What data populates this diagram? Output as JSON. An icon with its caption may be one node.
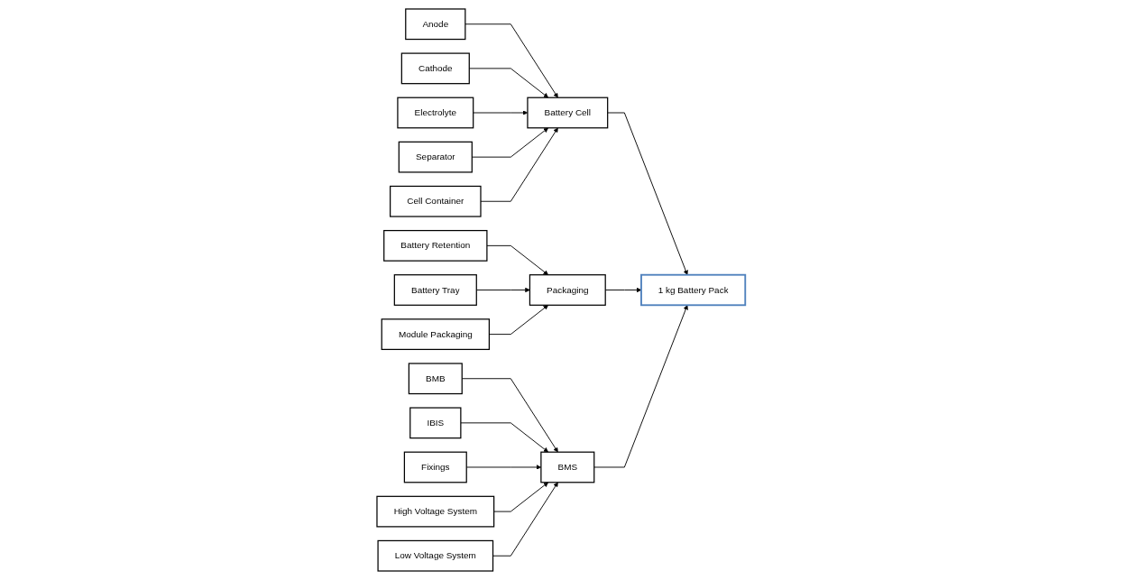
{
  "diagram": {
    "nodes": [
      {
        "text": [
          "Anode"
        ]
      },
      {
        "text": [
          "Cathode"
        ]
      },
      {
        "text": [
          "Electrolyte"
        ]
      },
      {
        "text": [
          "Separator"
        ]
      },
      {
        "text": [
          "Cell Container"
        ]
      },
      {
        "text": [
          "Battery Cell"
        ]
      },
      {
        "text": [
          "1 kg Battery Pack"
        ]
      },
      {
        "text": [
          "Battery Retention"
        ]
      },
      {
        "text": [
          "Packaging"
        ]
      },
      {
        "text": [
          "Battery Tray"
        ]
      },
      {
        "text": [
          "Module Packaging"
        ]
      },
      {
        "text": [
          "BMS"
        ]
      },
      {
        "text": [
          "BMB"
        ]
      },
      {
        "text": [
          "IBIS"
        ]
      },
      {
        "text": [
          "Fixings"
        ]
      },
      {
        "text": [
          "High Voltage System"
        ]
      },
      {
        "text": [
          "Low Voltage System"
        ]
      }
    ],
    "edges": [
      {
        "from": 0,
        "to": 5,
        "arrow": "to"
      },
      {
        "from": 1,
        "to": 5,
        "arrow": "to"
      },
      {
        "from": 2,
        "to": 5,
        "arrow": "to"
      },
      {
        "from": 3,
        "to": 5,
        "arrow": "to"
      },
      {
        "from": 4,
        "to": 5,
        "arrow": "to"
      },
      {
        "from": 5,
        "to": 6,
        "arrow": "to"
      },
      {
        "from": 8,
        "to": 6,
        "arrow": "to"
      },
      {
        "from": 7,
        "to": 8,
        "arrow": "to"
      },
      {
        "from": 9,
        "to": 8,
        "arrow": "to"
      },
      {
        "from": 10,
        "to": 8,
        "arrow": "to"
      },
      {
        "from": 11,
        "to": 6,
        "arrow": "to"
      },
      {
        "from": 12,
        "to": 11,
        "arrow": "to"
      },
      {
        "from": 13,
        "to": 11,
        "arrow": "to"
      },
      {
        "from": 14,
        "to": 11,
        "arrow": "to"
      },
      {
        "from": 15,
        "to": 11,
        "arrow": "to"
      },
      {
        "from": 16,
        "to": 11,
        "arrow": "to"
      }
    ]
  }
}
